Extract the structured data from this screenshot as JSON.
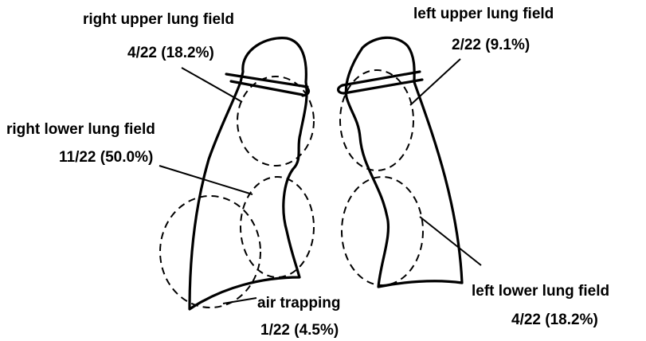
{
  "labels": {
    "right_upper": {
      "name": "right upper lung field",
      "value": "4/22 (18.2%)"
    },
    "left_upper": {
      "name": "left upper lung field",
      "value": "2/22 (9.1%)"
    },
    "right_lower": {
      "name": "right lower lung field",
      "value": "11/22 (50.0%)"
    },
    "left_lower": {
      "name": "left lower lung field",
      "value": "4/22 (18.2%)"
    },
    "air_trapping": {
      "name": "air trapping",
      "value": "1/22 (4.5%)"
    }
  }
}
